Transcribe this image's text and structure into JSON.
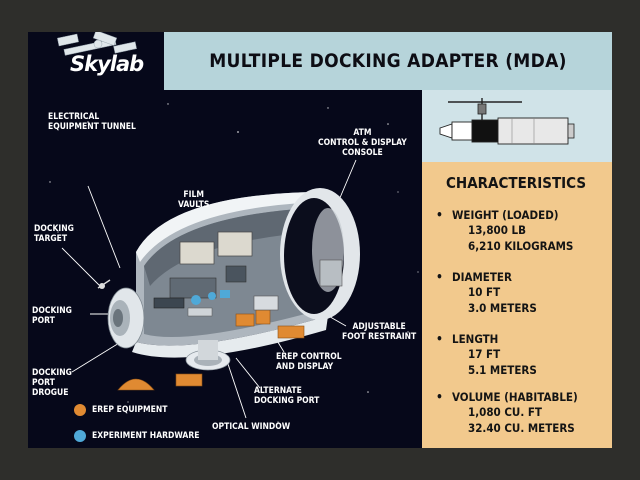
{
  "logo": {
    "text": "Skylab"
  },
  "title": "MULTIPLE DOCKING ADAPTER (MDA)",
  "characteristics": {
    "heading": "CHARACTERISTICS",
    "items": [
      {
        "label": "WEIGHT (LOADED)",
        "lines": [
          "13,800 LB",
          "6,210 KILOGRAMS"
        ]
      },
      {
        "label": "DIAMETER",
        "lines": [
          "10 FT",
          "3.0 METERS"
        ]
      },
      {
        "label": "LENGTH",
        "lines": [
          "17 FT",
          "5.1 METERS"
        ]
      },
      {
        "label": "VOLUME (HABITABLE)",
        "lines": [
          "1,080 CU. FT",
          "32.40 CU. METERS"
        ]
      }
    ]
  },
  "labels": {
    "electrical_tunnel": [
      "ELECTRICAL",
      "EQUIPMENT TUNNEL"
    ],
    "film_vaults": [
      "FILM",
      "VAULTS"
    ],
    "atm_console": [
      "ATM",
      "CONTROL & DISPLAY",
      "CONSOLE"
    ],
    "docking_target": [
      "DOCKING",
      "TARGET"
    ],
    "docking_port": [
      "DOCKING",
      "PORT"
    ],
    "docking_port_drogue": [
      "DOCKING",
      "PORT",
      "DROGUE"
    ],
    "foot_restraint": [
      "ADJUSTABLE",
      "FOOT RESTRAINT"
    ],
    "erep_control": [
      "EREP CONTROL",
      "AND DISPLAY"
    ],
    "alternate_port": [
      "ALTERNATE",
      "DOCKING PORT"
    ],
    "optical_window": [
      "OPTICAL WINDOW"
    ]
  },
  "legend": [
    {
      "text": "EREP EQUIPMENT",
      "color": "#e08a32"
    },
    {
      "text": "EXPERIMENT HARDWARE",
      "color": "#4fa9d8"
    }
  ],
  "colors": {
    "title_bar": "#b6d4da",
    "characteristics_panel": "#f2c98d",
    "background": "#06081a"
  }
}
